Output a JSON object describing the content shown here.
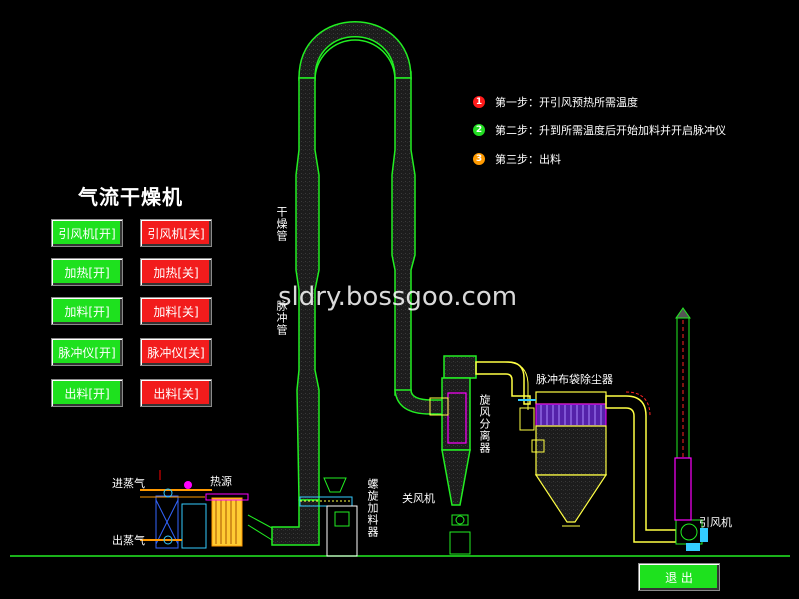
{
  "title": "气流干燥机",
  "buttons": {
    "fan_on": "引风机[开]",
    "fan_off": "引风机[关]",
    "heat_on": "加热[开]",
    "heat_off": "加热[关]",
    "feed_on": "加料[开]",
    "feed_off": "加料[关]",
    "pulse_on": "脉冲仪[开]",
    "pulse_off": "脉冲仪[关]",
    "discharge_on": "出料[开]",
    "discharge_off": "出料[关]",
    "exit": "退 出"
  },
  "steps": [
    {
      "num": "1",
      "text": "第一步：开引风预热所需温度",
      "color": "#ff1a1a"
    },
    {
      "num": "2",
      "text": "第二步：升到所需温度后开始加料并开启脉冲仪",
      "color": "#22dd22"
    },
    {
      "num": "3",
      "text": "第三步：出料",
      "color": "#ff9a00"
    }
  ],
  "labels": {
    "drying_pipe": "干燥管",
    "pulse_pipe": "脉冲管",
    "cyclone": "旋风分离器",
    "bag_filter": "脉冲布袋除尘器",
    "fan": "引风机",
    "airlock": "关风机",
    "screw_feeder": "螺旋加料器",
    "heater": "热源",
    "steam_in": "进蒸气",
    "steam_out": "出蒸气"
  },
  "watermark": "sldry.bossgoo.com",
  "colors": {
    "on": "#1ee11e",
    "off": "#f21c1c",
    "pipe": "#22ee22",
    "duct": "#ffff44",
    "accent": "#ff00ff"
  }
}
